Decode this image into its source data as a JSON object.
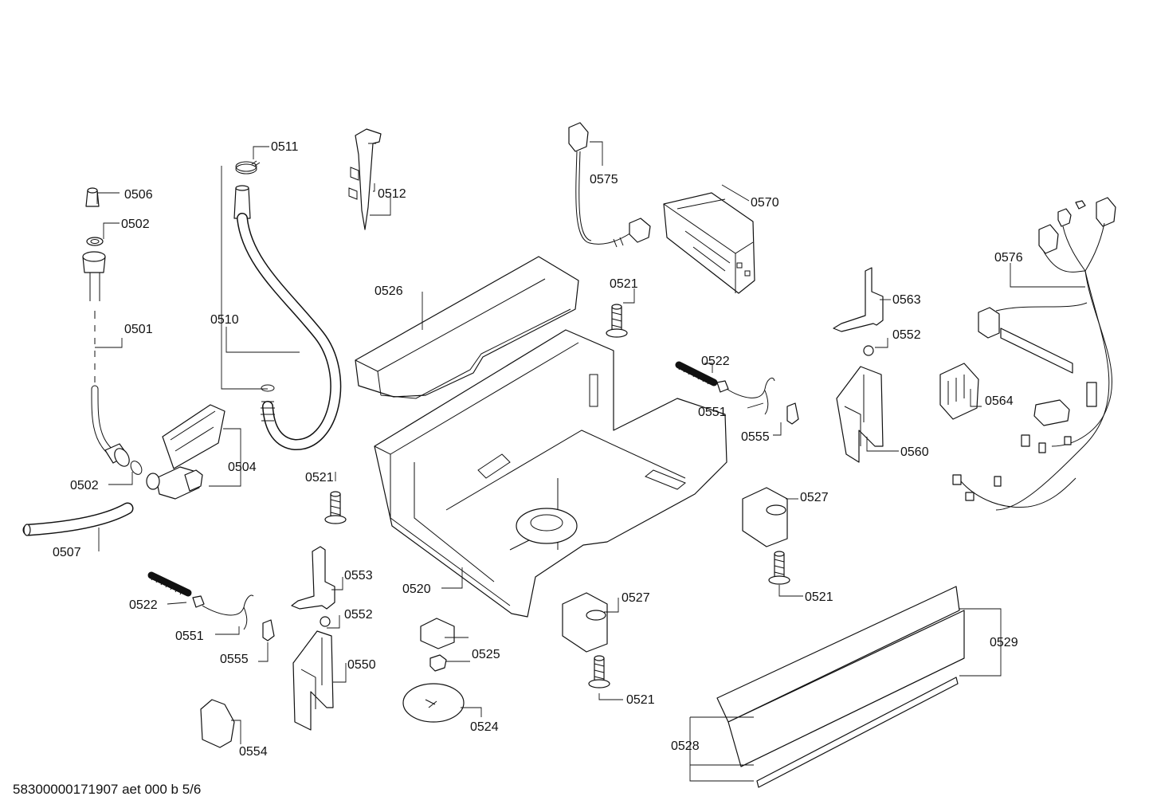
{
  "footer": {
    "document_code": "58300000171907 aet 000 b 5/6"
  },
  "callouts": [
    {
      "id": "c0511",
      "label": "0511"
    },
    {
      "id": "c0506",
      "label": "0506"
    },
    {
      "id": "c0502a",
      "label": "0502"
    },
    {
      "id": "c0512",
      "label": "0512"
    },
    {
      "id": "c0575",
      "label": "0575"
    },
    {
      "id": "c0570",
      "label": "0570"
    },
    {
      "id": "c0576",
      "label": "0576"
    },
    {
      "id": "c0526",
      "label": "0526"
    },
    {
      "id": "c0521a",
      "label": "0521"
    },
    {
      "id": "c0563",
      "label": "0563"
    },
    {
      "id": "c0510",
      "label": "0510"
    },
    {
      "id": "c0501",
      "label": "0501"
    },
    {
      "id": "c0552a",
      "label": "0552"
    },
    {
      "id": "c0522a",
      "label": "0522"
    },
    {
      "id": "c0564",
      "label": "0564"
    },
    {
      "id": "c0551a",
      "label": "0551"
    },
    {
      "id": "c0555a",
      "label": "0555"
    },
    {
      "id": "c0560",
      "label": "0560"
    },
    {
      "id": "c0504",
      "label": "0504"
    },
    {
      "id": "c0502b",
      "label": "0502"
    },
    {
      "id": "c0521b",
      "label": "0521"
    },
    {
      "id": "c0527a",
      "label": "0527"
    },
    {
      "id": "c0507",
      "label": "0507"
    },
    {
      "id": "c0553",
      "label": "0553"
    },
    {
      "id": "c0520",
      "label": "0520"
    },
    {
      "id": "c0521c",
      "label": "0521"
    },
    {
      "id": "c0522b",
      "label": "0522"
    },
    {
      "id": "c0527b",
      "label": "0527"
    },
    {
      "id": "c0552b",
      "label": "0552"
    },
    {
      "id": "c0551b",
      "label": "0551"
    },
    {
      "id": "c0529",
      "label": "0529"
    },
    {
      "id": "c0525",
      "label": "0525"
    },
    {
      "id": "c0555b",
      "label": "0555"
    },
    {
      "id": "c0550",
      "label": "0550"
    },
    {
      "id": "c0521d",
      "label": "0521"
    },
    {
      "id": "c0524",
      "label": "0524"
    },
    {
      "id": "c0528",
      "label": "0528"
    },
    {
      "id": "c0554",
      "label": "0554"
    }
  ]
}
